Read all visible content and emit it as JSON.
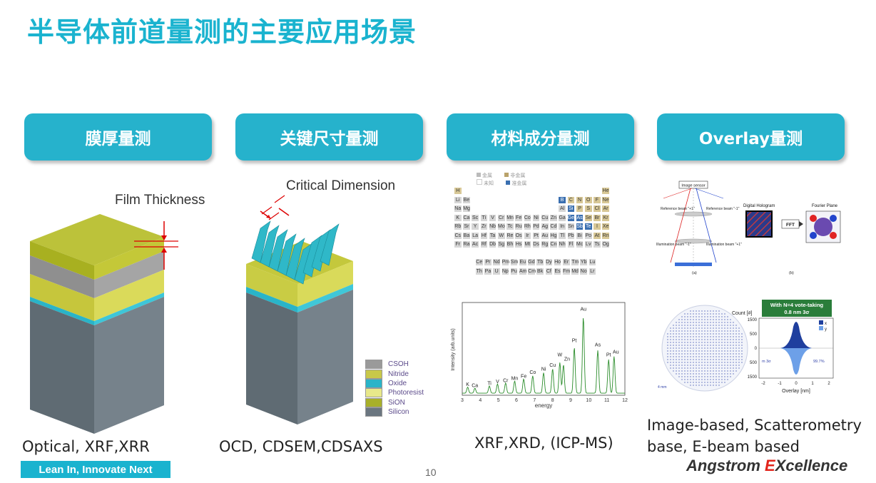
{
  "title": "半导体前道量测的主要应用场景",
  "pills": [
    "膜厚量测",
    "关键尺寸量测",
    "材料成分量测",
    "Overlay量测"
  ],
  "film_label": "Film Thickness",
  "cd_label": "Critical Dimension",
  "legend": [
    {
      "name": "CSOH",
      "color": "#9a9a9a"
    },
    {
      "name": "Nitride",
      "color": "#c8c84a"
    },
    {
      "name": "Oxide",
      "color": "#2ab4c8"
    },
    {
      "name": "Photoresist",
      "color": "#e8e88a"
    },
    {
      "name": "SiON",
      "color": "#a8b02a"
    },
    {
      "name": "Silicon",
      "color": "#6b7680"
    }
  ],
  "ptable_legend": [
    "金属",
    "非金属",
    "未知",
    "准金属"
  ],
  "xrf": {
    "ylabel": "Intensity (arb.units)",
    "xlabel": "energy",
    "xticks": [
      "3",
      "4",
      "5",
      "6",
      "7",
      "8",
      "9",
      "10",
      "11",
      "12"
    ],
    "peaks": [
      "K",
      "Ca",
      "Ti",
      "V",
      "Cr",
      "Mn",
      "Fe",
      "Co",
      "Ni",
      "Cu",
      "W",
      "Zn",
      "Pt",
      "Au",
      "As",
      "Pt",
      "Au"
    ]
  },
  "overlay_fig": {
    "image_sensor": "Image sensor",
    "digital_hologram": "Digital Hologram",
    "fft": "FFT",
    "fourier_plane": "Fourier Plane",
    "ref_m1": "Reference beam \"+1\"",
    "ref_p1": "Reference beam \"-1\"",
    "ill_m1": "Illumination beam \"-1\"",
    "ill_p1": "Illumination beam \"+1\"",
    "sub_a": "(a)",
    "sub_b": "(b)"
  },
  "vote": {
    "banner1": "With N=4 vote-taking",
    "banner2": "0.8 nm 3σ",
    "ylabel": "Count [#]",
    "xlabel": "Overlay [nm]",
    "yticks": [
      "1500",
      "500",
      "0",
      "500",
      "1500"
    ],
    "xticks": [
      "-2",
      "-1",
      "0",
      "1",
      "2"
    ],
    "legend_x": "x",
    "legend_y": "y",
    "stat_left": "m 3σ",
    "stat_right": "99.7%",
    "scale": "4 mm"
  },
  "captions": {
    "film": "Optical, XRF,XRR",
    "cd": "OCD, CDSEM,CDSAXS",
    "material": "XRF,XRD, (ICP-MS)",
    "overlay_line1": "Image-based, Scatterometry",
    "overlay_line2": "base, E-beam based"
  },
  "footer": {
    "slogan": "Lean In, Innovate Next",
    "page": "10",
    "brand_a": "Angstrom ",
    "brand_x": "E",
    "brand_b": "Xcellence"
  }
}
